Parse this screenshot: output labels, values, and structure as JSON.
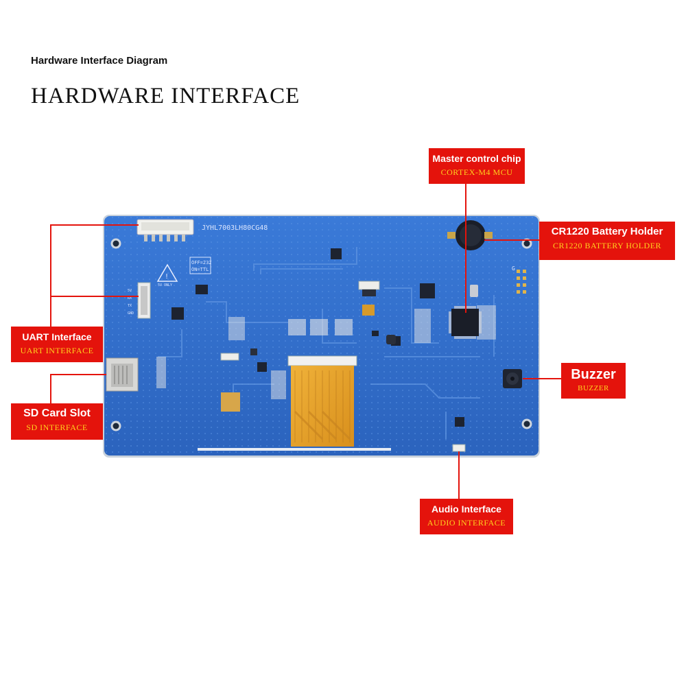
{
  "header": {
    "small_title": "Hardware Interface Diagram",
    "big_title": "HARDWARE INTERFACE"
  },
  "board": {
    "model_text": "JYHL7003LH80CG48",
    "switch_label_1": "OFF=232",
    "switch_label_2": "ON=TTL",
    "warning_text": "5V ONLY",
    "uart_pins": [
      "5V",
      "RX",
      "TX",
      "GND"
    ],
    "header_mark": "G"
  },
  "callouts": {
    "master_chip": {
      "title": "Master control chip",
      "subtitle": "CORTEX-M4 MCU"
    },
    "battery": {
      "title": "CR1220 Battery Holder",
      "subtitle": "CR1220 BATTERY HOLDER"
    },
    "uart": {
      "title": "UART Interface",
      "subtitle": "UART INTERFACE"
    },
    "sd": {
      "title": "SD Card Slot",
      "subtitle": "SD INTERFACE"
    },
    "buzzer": {
      "title": "Buzzer",
      "subtitle": "BUZZER"
    },
    "audio": {
      "title": "Audio Interface",
      "subtitle": "AUDIO INTERFACE"
    }
  },
  "colors": {
    "board": "#2f6fcc",
    "callout_bg": "#e4130c",
    "callout_title": "#ffffff",
    "callout_subtitle": "#ffd21e",
    "leader_line": "#e4130c",
    "flex_cable": "#e8a62a"
  }
}
